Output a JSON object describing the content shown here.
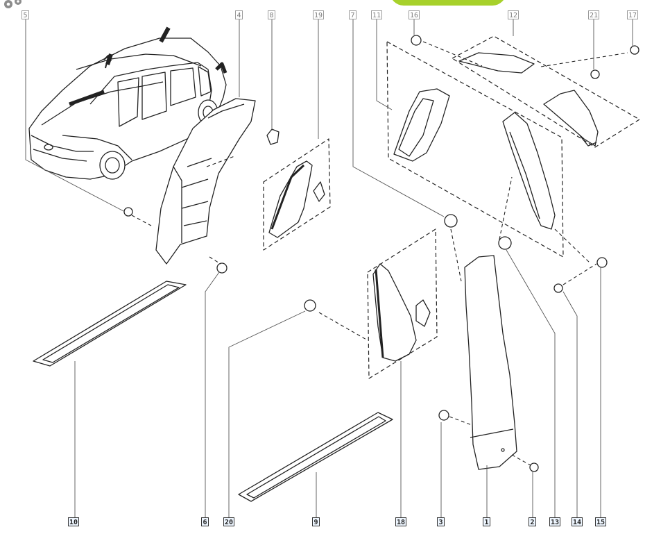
{
  "header": {
    "badge_color": "#a7d12b",
    "gear_icon": "gear-icon"
  },
  "labels_top": [
    "5",
    "4",
    "8",
    "19",
    "7",
    "11",
    "16",
    "12",
    "21",
    "17"
  ],
  "labels_bottom": [
    "10",
    "6",
    "20",
    "9",
    "18",
    "3",
    "1",
    "2",
    "13",
    "14",
    "15"
  ]
}
